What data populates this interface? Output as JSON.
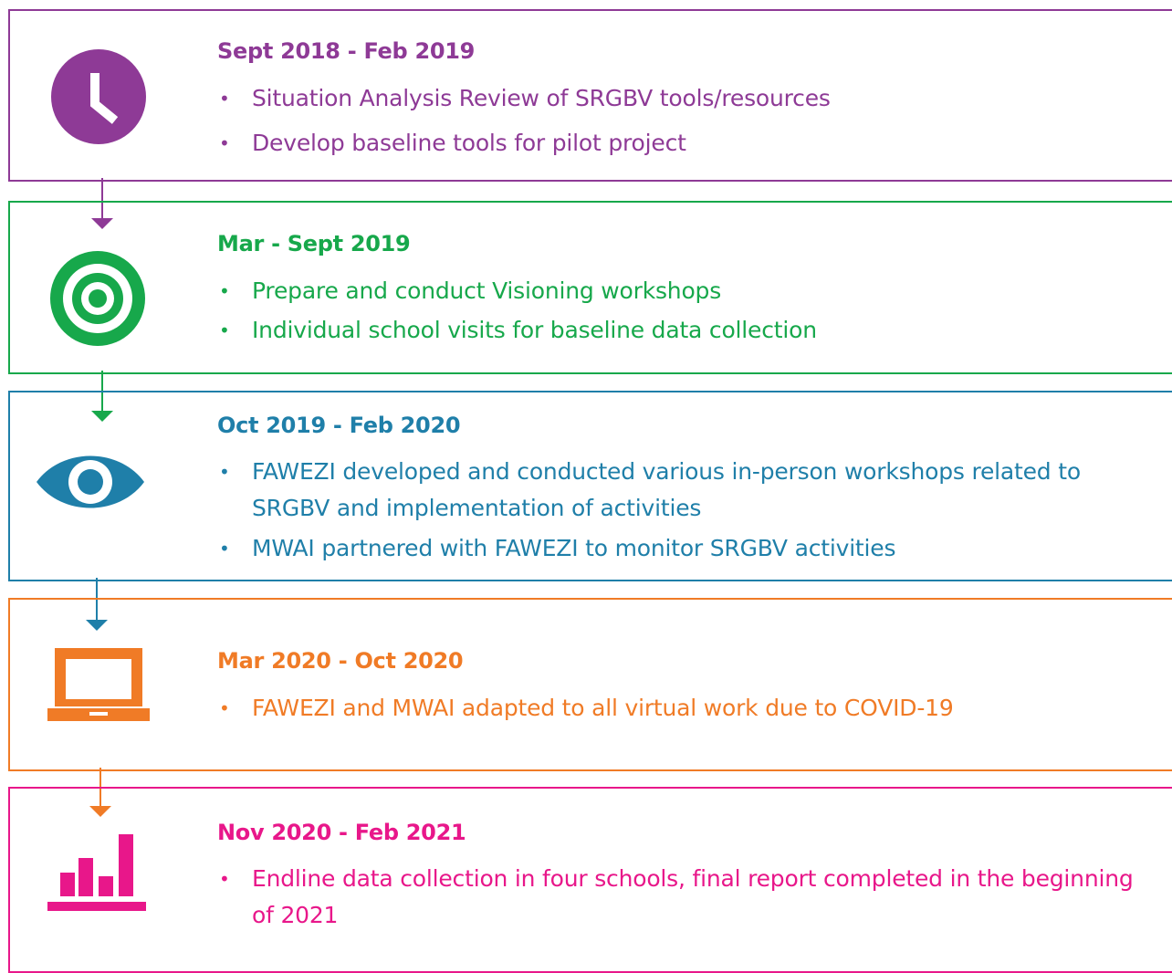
{
  "stages": [
    {
      "period": "Sept 2018 - Feb 2019",
      "icon": "clock-icon",
      "color": "#8e3a96",
      "items": [
        "Situation Analysis Review of SRGBV tools/resources",
        "Develop baseline tools for pilot project"
      ]
    },
    {
      "period": "Mar - Sept 2019",
      "icon": "target-icon",
      "color": "#17a84b",
      "items": [
        "Prepare and conduct Visioning workshops",
        "Individual school visits for baseline data collection"
      ]
    },
    {
      "period": "Oct 2019 - Feb 2020",
      "icon": "eye-icon",
      "color": "#1f7fa9",
      "items": [
        "FAWEZI developed and conducted various in-person workshops related to SRGBV and implementation of activities",
        "MWAI partnered with FAWEZI to monitor SRGBV activities"
      ]
    },
    {
      "period": "Mar 2020 - Oct 2020",
      "icon": "laptop-icon",
      "color": "#f07b26",
      "items": [
        "FAWEZI and MWAI adapted to all virtual work due to COVID-19"
      ]
    },
    {
      "period": "Nov 2020 - Feb 2021",
      "icon": "bar-chart-icon",
      "color": "#e8178a",
      "items": [
        "Endline data collection in four schools, final report completed in the beginning of 2021"
      ]
    }
  ]
}
